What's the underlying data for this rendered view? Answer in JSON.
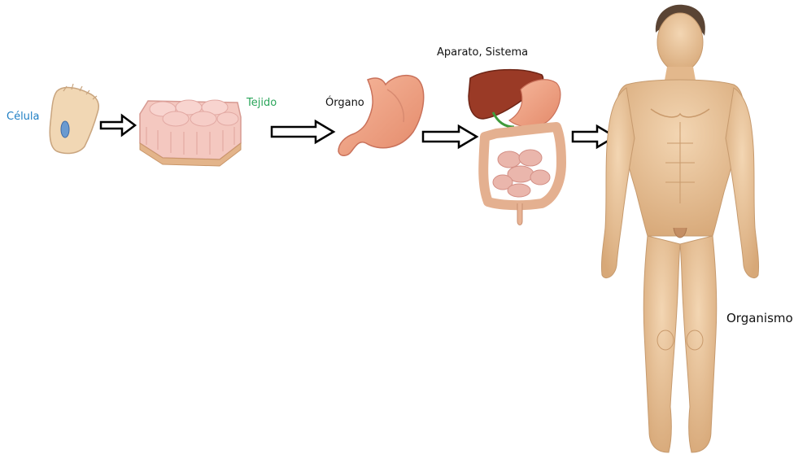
{
  "labels": {
    "cell": "Célula",
    "tissue": "Tejido",
    "organ": "Órgano",
    "system": "Aparato, Sistema",
    "organism": "Organismo"
  },
  "colors": {
    "cell_label": "#1f7fc4",
    "tissue_label": "#2aa55a",
    "text": "#111111",
    "skin": "#e8c49c",
    "skin_shade": "#c99a6c",
    "tissue_pink": "#f2b9b4",
    "stomach": "#f0a58a",
    "liver": "#9a3a26",
    "intestine": "#e9b7a8",
    "arrow_stroke": "#000000"
  },
  "icons": [
    "cell-illustration",
    "tissue-illustration",
    "stomach-illustration",
    "digestive-system-illustration",
    "human-body-illustration",
    "arrow-right-icon"
  ]
}
